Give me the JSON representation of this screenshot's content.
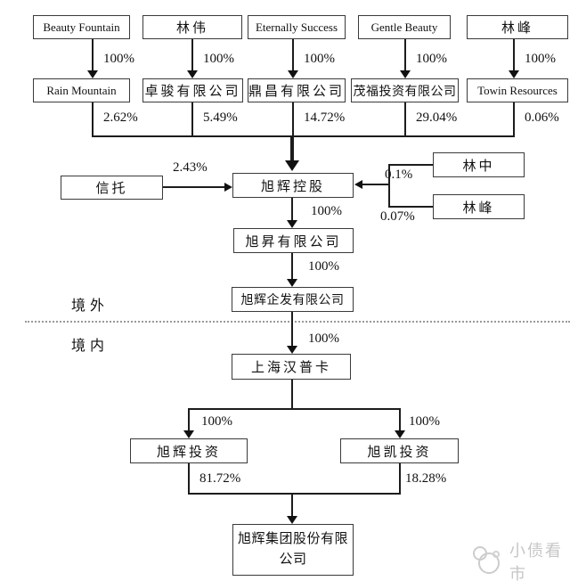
{
  "nodes": {
    "beauty_fountain": "Beauty Fountain",
    "lin_wei": "林伟",
    "eternally_success": "Eternally Success",
    "gentle_beauty": "Gentle Beauty",
    "lin_feng_top": "林峰",
    "rain_mountain": "Rain Mountain",
    "zhuo_jun": "卓骏有限公司",
    "ding_chang": "鼎昌有限公司",
    "mao_fu": "茂福投资有限公司",
    "towin_resources": "Towin Resources",
    "trust": "信托",
    "cifi_holdings": "旭辉控股",
    "lin_zhong": "林中",
    "lin_feng_right": "林峰",
    "xu_sheng": "旭昇有限公司",
    "cifi_qifa": "旭辉企发有限公司",
    "shanghai_hanpuka": "上海汉普卡",
    "cifi_investment": "旭辉投资",
    "xu_kai_investment": "旭凯投资",
    "cifi_group": "旭辉集团股份有限公司"
  },
  "edges": {
    "beauty_to_rain": "100%",
    "linwei_to_zhuojun": "100%",
    "eternally_to_dingchang": "100%",
    "gentle_to_maofu": "100%",
    "linfeng_to_towin": "100%",
    "rain_to_cifi": "2.62%",
    "zhuojun_to_cifi": "5.49%",
    "dingchang_to_cifi": "14.72%",
    "maofu_to_cifi": "29.04%",
    "towin_to_cifi": "0.06%",
    "trust_to_cifi": "2.43%",
    "linzhong_to_cifi": "0.1%",
    "linfengr_to_cifi": "0.07%",
    "cifi_to_xusheng": "100%",
    "xusheng_to_qifa": "100%",
    "qifa_to_hanpuka": "100%",
    "hanpuka_to_cifiinv": "100%",
    "hanpuka_to_xukai": "100%",
    "cifiinv_to_group": "81.72%",
    "xukai_to_group": "18.28%"
  },
  "regions": {
    "offshore": "境外",
    "onshore": "境内"
  },
  "watermark": {
    "text": "小债看市"
  },
  "colors": {
    "line": "#1c1c1c",
    "box_border": "#3a3a3a",
    "watermark": "#c6c6c6"
  }
}
